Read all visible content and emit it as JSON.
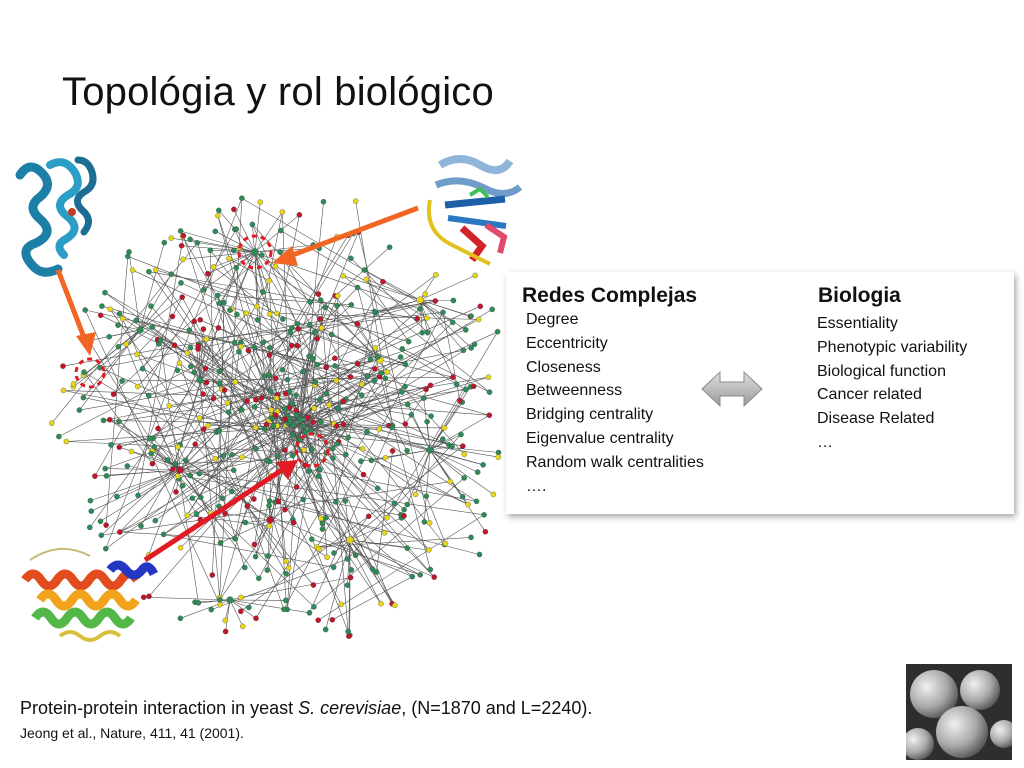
{
  "slide": {
    "title": "Topológia y rol biológico"
  },
  "comparison": {
    "left_heading": "Redes Complejas",
    "left_items": [
      "Degree",
      "Eccentricity",
      "Closeness",
      "Betweenness",
      "Bridging centrality",
      "Eigenvalue centrality",
      "Random walk centralities",
      "…."
    ],
    "right_heading": "Biologia",
    "right_items": [
      "Essentiality",
      "Phenotypic variability",
      "Biological function",
      "Cancer related",
      "Disease Related",
      "…"
    ]
  },
  "caption": {
    "line1_prefix": "Protein-protein interaction in yeast ",
    "line1_species": "S. cerevisiae",
    "line1_suffix": ", (N=1870 and L=2240).",
    "line2": "Jeong et al., Nature, 411, 41 (2001)."
  },
  "colors": {
    "node_green": "#2e8b57",
    "node_red": "#c0152a",
    "node_yellow": "#e8d619",
    "arrow_orange": "#f26522",
    "arrow_red": "#e01b24",
    "edge": "#555555"
  },
  "icons": [
    "double-arrow-icon",
    "protein-structure-image",
    "yeast-micrograph-image",
    "network-graph"
  ]
}
